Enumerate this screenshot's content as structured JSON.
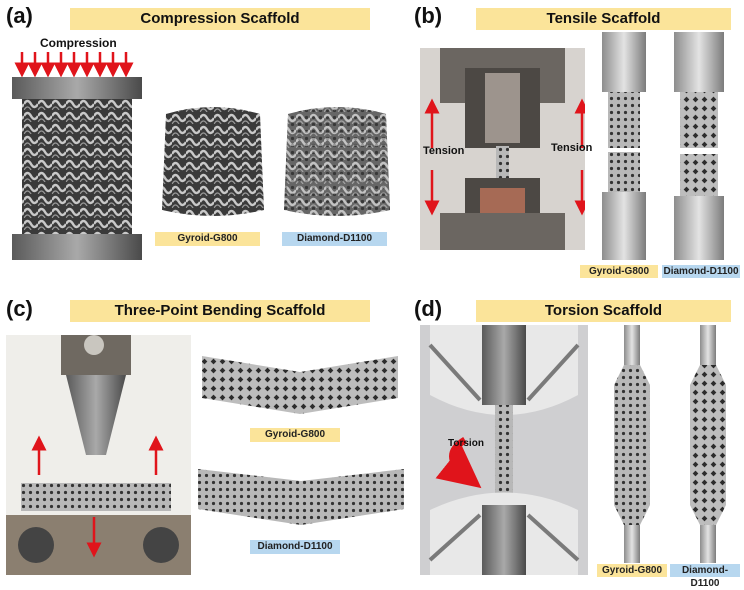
{
  "panels": {
    "a": {
      "label": "(a)",
      "title": "Compression Scaffold",
      "load_label": "Compression",
      "tag1": "Gyroid-G800",
      "tag2": "Diamond-D1100"
    },
    "b": {
      "label": "(b)",
      "title": "Tensile Scaffold",
      "load_left": "Tension",
      "load_right": "Tension",
      "tag1": "Gyroid-G800",
      "tag2": "Diamond-D1100"
    },
    "c": {
      "label": "(c)",
      "title": "Three-Point Bending Scaffold",
      "tag1": "Gyroid-G800",
      "tag2": "Diamond-D1100"
    },
    "d": {
      "label": "(d)",
      "title": "Torsion Scaffold",
      "load_label": "Torsion",
      "tag1": "Gyroid-G800",
      "tag2": "Diamond-D1100"
    }
  },
  "colors": {
    "title_bg": "#fbe49a",
    "tag_gold": "#fbe49a",
    "tag_blue": "#b7d7ef",
    "arrow": "#e0141b"
  }
}
